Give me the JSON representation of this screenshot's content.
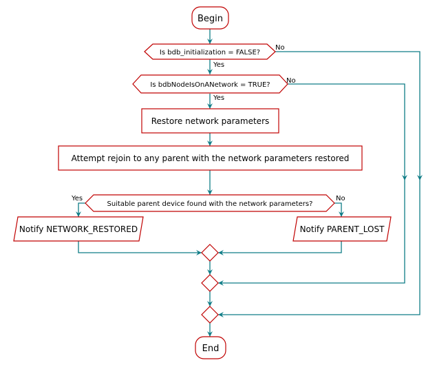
{
  "flow": {
    "start": "Begin",
    "end": "End",
    "decision_init": "Is bdb_initialization = FALSE?",
    "decision_network": "Is bdbNodeIsOnANetwork = TRUE?",
    "decision_parent": "Suitable parent device found with the network parameters?",
    "restore": "Restore network parameters",
    "rejoin": "Attempt rejoin to any parent with the network parameters restored",
    "notify_restored": "Notify NETWORK_RESTORED",
    "notify_lost": "Notify PARENT_LOST",
    "yes": "Yes",
    "no": "No"
  },
  "colors": {
    "node_border": "#c00000",
    "connector": "#0e7c86",
    "background": "#ffffff"
  }
}
